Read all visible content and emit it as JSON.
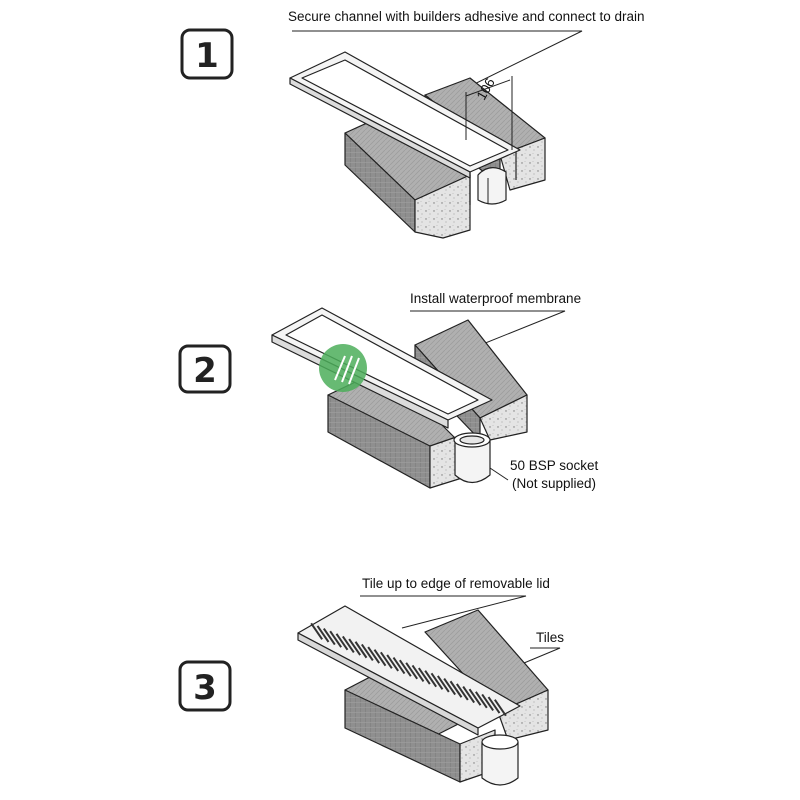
{
  "steps": [
    {
      "number": "1",
      "caption": "Secure channel with builders adhesive and connect to drain",
      "dimension": "106"
    },
    {
      "number": "2",
      "caption": "Install waterproof membrane",
      "socket_line1": "50 BSP socket",
      "socket_line2": "(Not supplied)"
    },
    {
      "number": "3",
      "caption": "Tile up to edge of removable lid",
      "tiles_label": "Tiles"
    }
  ],
  "colors": {
    "block": "#9a9a9a",
    "block_dark": "#6e6e6e",
    "block_top": "#b8b8b8",
    "channel": "#f2f2f2",
    "outline": "#222222",
    "watermark_logo": "#4cae5b"
  }
}
